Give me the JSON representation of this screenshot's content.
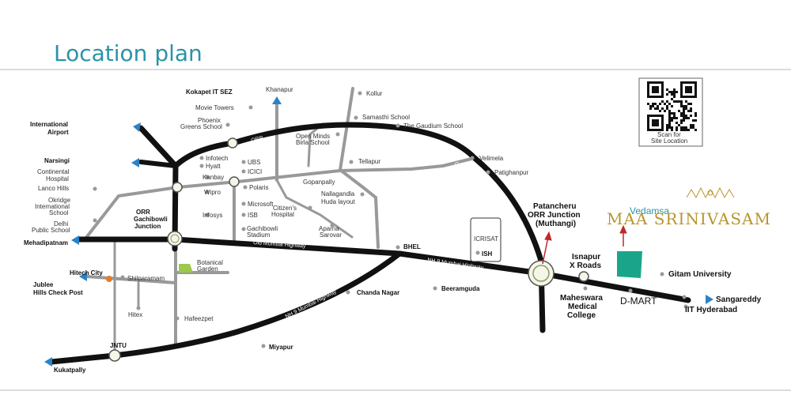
{
  "title": "Location plan",
  "qr": {
    "caption_line1": "Scan for",
    "caption_line2": "Site Location"
  },
  "brand": {
    "line1": "Vedamsa",
    "line2": "MAA SRINIVASAM",
    "accent_color": "#b8962e",
    "title_color": "#2a93a8",
    "marker_color": "#1aa58a"
  },
  "roads": {
    "orr": "ORR",
    "orr2": "ORR",
    "old_mumbai_highway": "Old Mumbai Highway",
    "nh9_a": "NH 9 Mumbai Highway",
    "nh9_b": "NH 9 Mumbai Highway"
  },
  "labels": {
    "kokapet": "Kokapet IT SEZ",
    "movie_towers": "Movie Towers",
    "phoenix1": "Phoenix",
    "phoenix2": "Greens School",
    "khanapur": "Khanapur",
    "kollur": "Kollur",
    "samasthi": "Samasthi School",
    "gaudium": "The Gaudium School",
    "intl_airport1": "International",
    "intl_airport2": "Airport",
    "narsingi": "Narsingi",
    "continental1": "Continental",
    "continental2": "Hospital",
    "lanco": "Lanco Hills",
    "okridge1": "Okridge",
    "okridge2": "International",
    "okridge3": "School",
    "dps1": "Delhi",
    "dps2": "Public School",
    "mehdipatnam": "Mehadipatnam",
    "infotech": "Infotech",
    "hyatt": "Hyatt",
    "kanbay": "Kanbay",
    "wipro": "Wipro",
    "infosys": "Infosys",
    "ubs": "UBS",
    "icici": "ICICI",
    "polaris": "Polaris",
    "microsoft": "Microsoft",
    "isb": "ISB",
    "gachi_stadium1": "Gachibowli",
    "gachi_stadium2": "Stadium",
    "open_minds1": "Open Minds",
    "open_minds2": "Birla School",
    "tellapur": "Tellapur",
    "gopanpally": "Gopanpally",
    "citizens1": "Citizen's",
    "citizens2": "Hospital",
    "nallagandla1": "Nallagandla",
    "nallagandla2": "Huda layout",
    "aparna1": "Aparna",
    "aparna2": "Sarovar",
    "velimela": "Velimela",
    "patighanpur": "Patighanpur",
    "orr_gachi1": "ORR",
    "orr_gachi2": "Gachibowli",
    "orr_gachi3": "Junction",
    "botanical1": "Botanical",
    "botanical2": "Garden",
    "bhel": "BHEL",
    "icrisat": "ICRISAT",
    "ish": "ISH",
    "hitech": "Hitech City",
    "shilparamam": "Shilparamam",
    "jubilee1": "Jublee",
    "jubilee2": "Hills Check Post",
    "hitex": "Hitex",
    "hafeezpet": "Hafeezpet",
    "chanda": "Chanda Nagar",
    "beeramguda": "Beeramguda",
    "patancheru1": "Patancheru",
    "patancheru2": "ORR Junction",
    "patancheru3": "(Muthangi)",
    "isnapur1": "Isnapur",
    "isnapur2": "X Roads",
    "maheswara1": "Maheswara",
    "maheswara2": "Medical",
    "maheswara3": "College",
    "dmart": "D-MART",
    "gitam": "Gitam University",
    "sangareddy": "Sangareddy",
    "iit": "IIT Hyderabad",
    "jntu": "JNTU",
    "kukatpally": "Kukatpally",
    "miyapur": "Miyapur"
  }
}
